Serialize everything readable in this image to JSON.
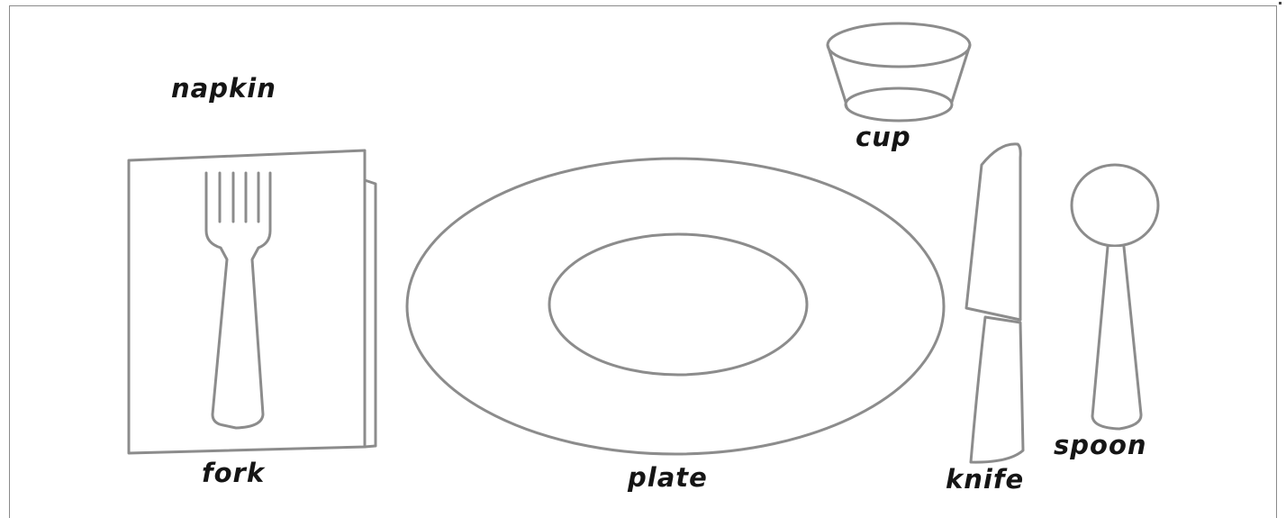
{
  "labels": {
    "napkin": "napkin",
    "cup": "cup",
    "fork": "fork",
    "plate": "plate",
    "knife": "knife",
    "spoon": "spoon"
  },
  "colors": {
    "outline": "#8c8c8c",
    "text": "#151515",
    "background": "#ffffff"
  }
}
